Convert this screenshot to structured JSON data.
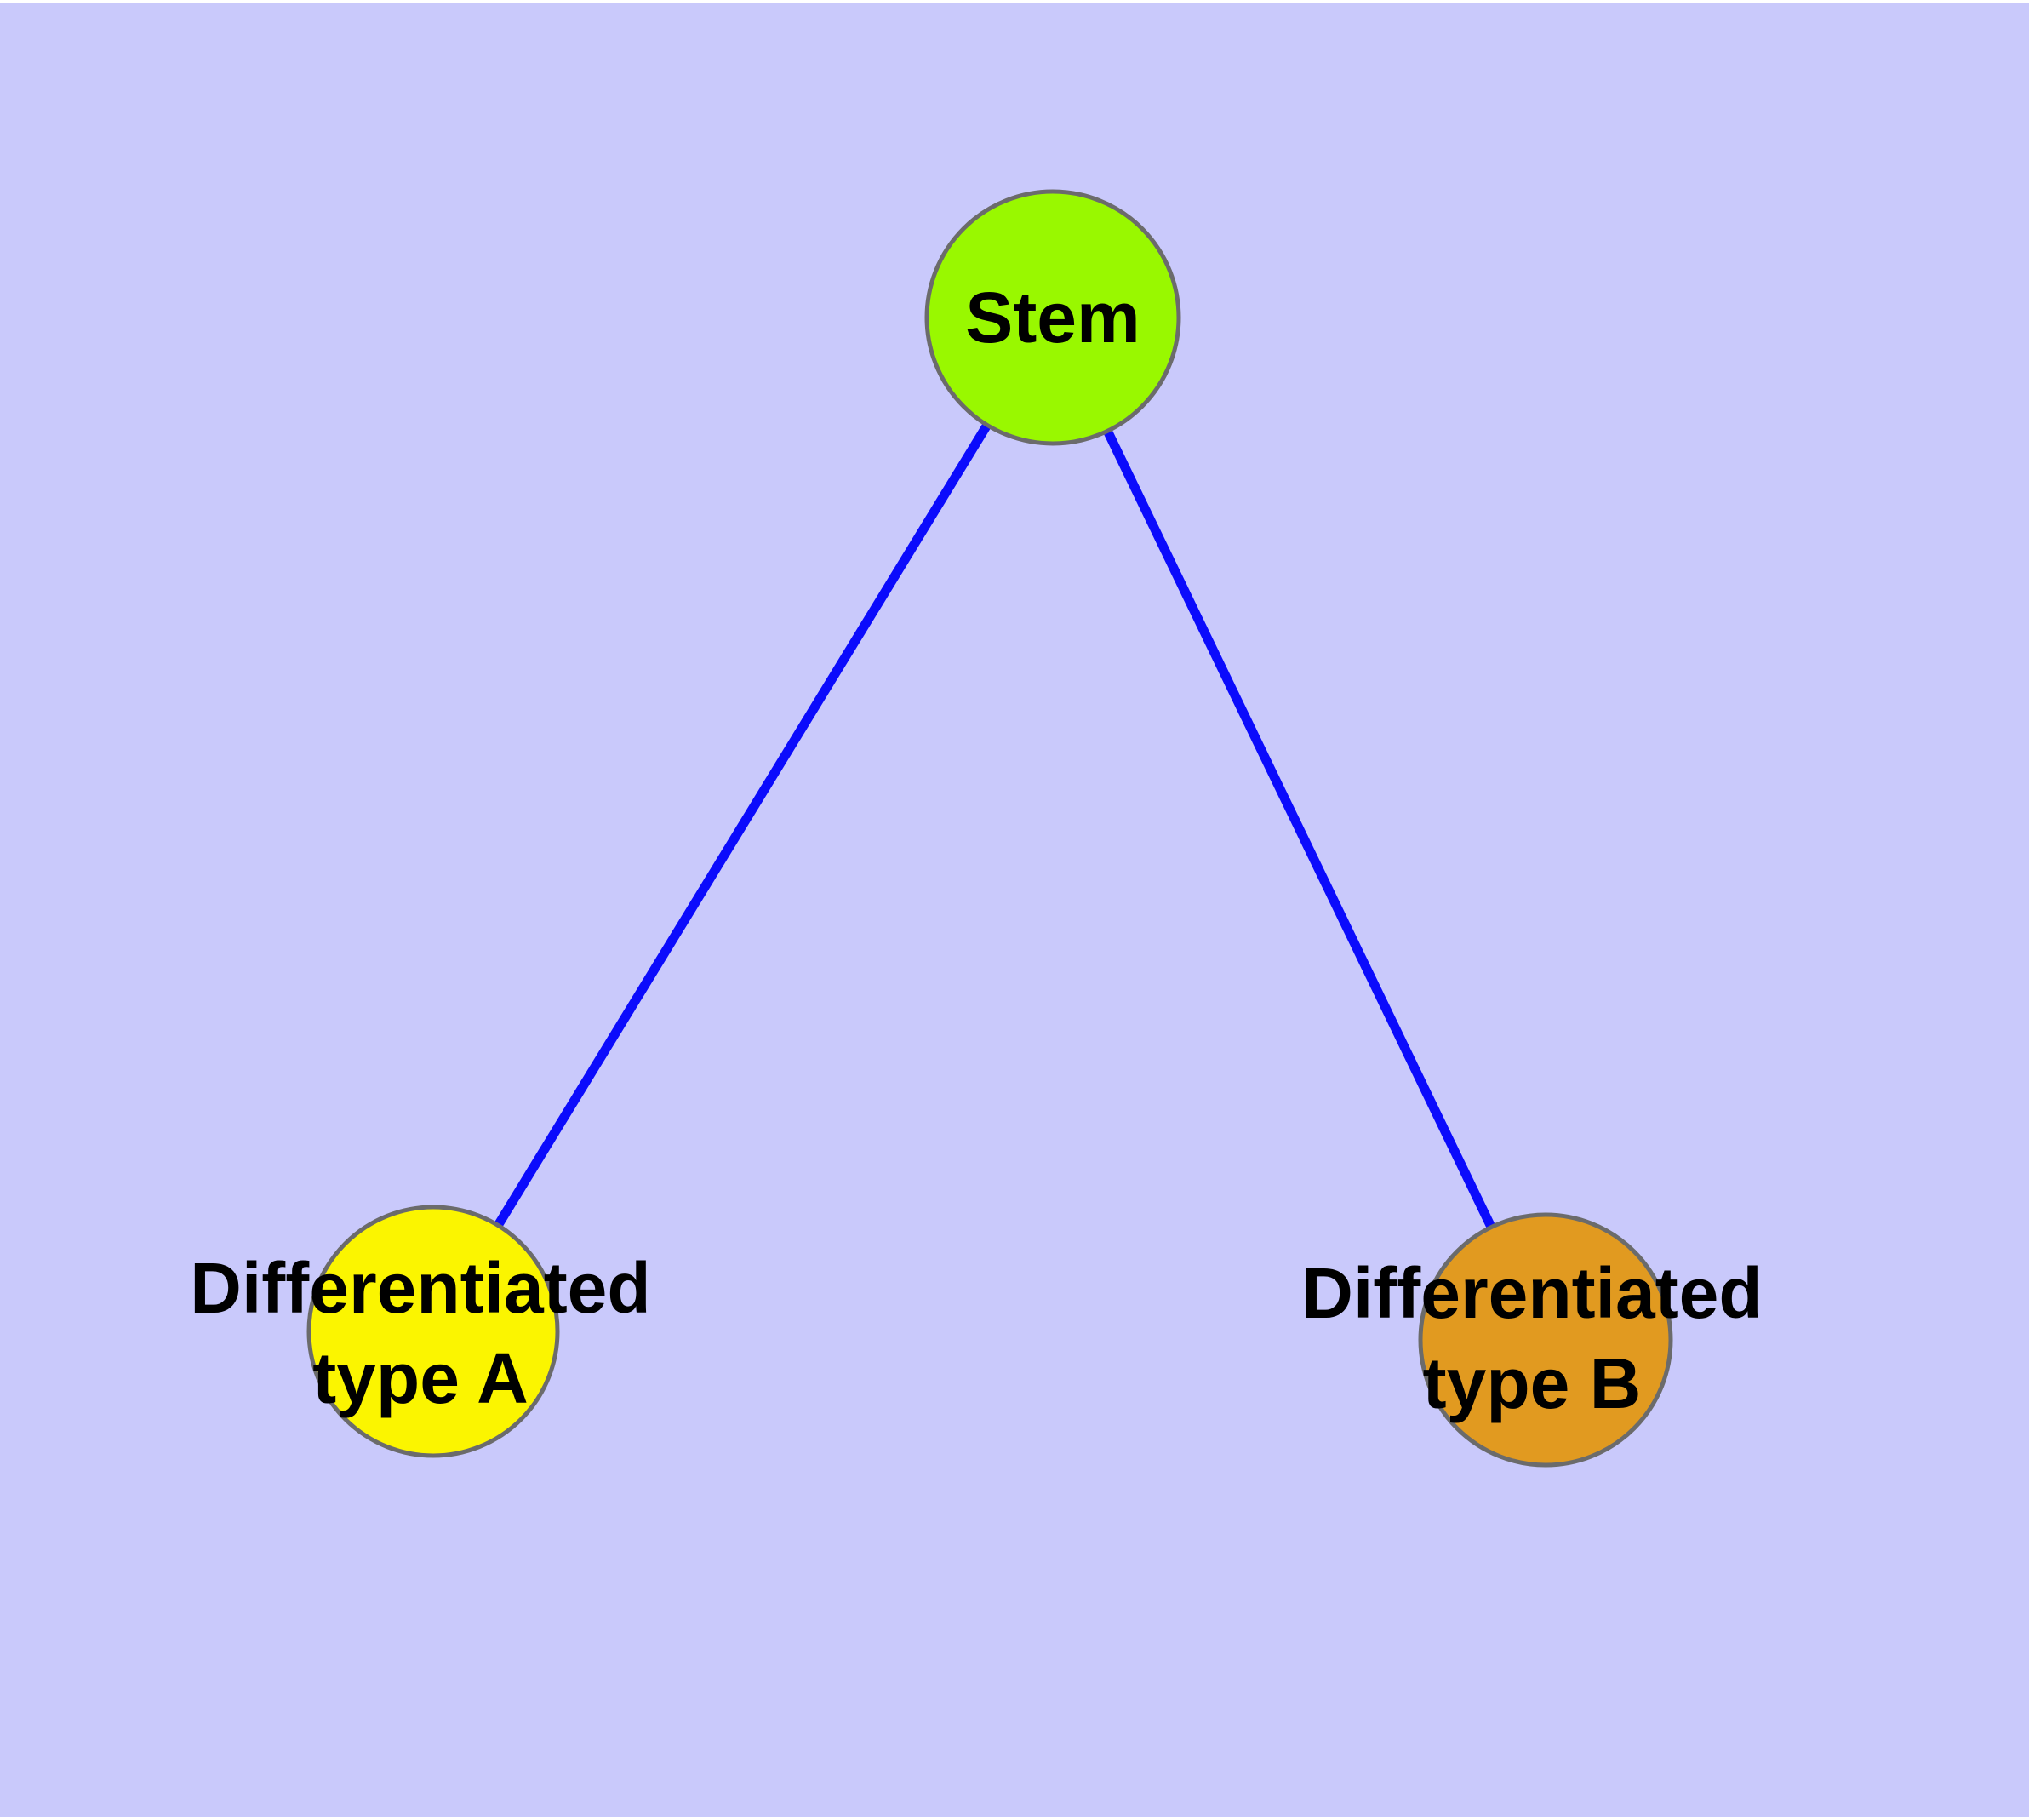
{
  "diagram": {
    "type": "node-link-tree",
    "background_color": "#C9C9FB",
    "margin_color": "#FFFFFF",
    "edge_color": "#0B0BFC",
    "node_border_color": "#6B6B6B",
    "label_color": "#000000",
    "nodes": [
      {
        "id": "stem",
        "label": "Stem",
        "fill": "#99F800",
        "shape": "circle"
      },
      {
        "id": "differentiated-type-a",
        "label_line1": "Differentiated",
        "label_line2": "type A",
        "fill": "#FBF500",
        "shape": "circle"
      },
      {
        "id": "differentiated-type-b",
        "label_line1": "Differentiated",
        "label_line2": "type B",
        "fill": "#E19A20",
        "shape": "circle"
      }
    ],
    "edges": [
      {
        "from": "stem",
        "to": "differentiated-type-a"
      },
      {
        "from": "stem",
        "to": "differentiated-type-b"
      }
    ]
  }
}
